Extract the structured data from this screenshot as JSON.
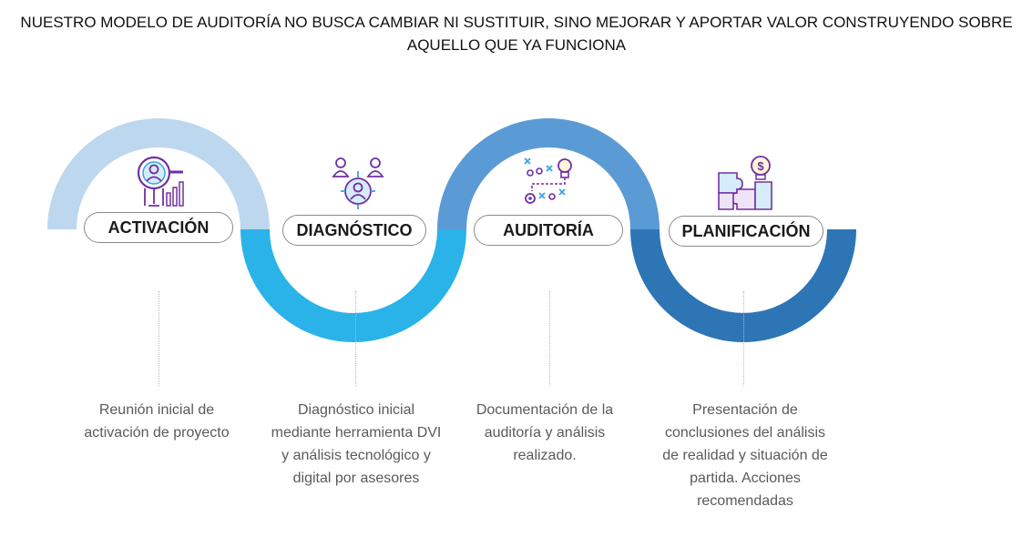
{
  "title": "NUESTRO MODELO DE AUDITORÍA NO BUSCA CAMBIAR NI SUSTITUIR, SINO MEJORAR Y APORTAR VALOR CONSTRUYENDO SOBRE AQUELLO QUE YA FUNCIONA",
  "steps": [
    {
      "label": "ACTIVACIÓN",
      "description": "Reunión inicial de activación de proyecto",
      "icon": "magnifier-person-chart-icon",
      "color": "#bdd7ee"
    },
    {
      "label": "DIAGNÓSTICO",
      "description": "Diagnóstico inicial mediante herramienta DVI y análisis tecnológico y digital por asesores",
      "icon": "team-target-icon",
      "color": "#29b3e8"
    },
    {
      "label": "AUDITORÍA",
      "description": "Documentación de la auditoría y análisis realizado.",
      "icon": "strategy-lightbulb-icon",
      "color": "#5b9bd5"
    },
    {
      "label": "PLANIFICACIÓN",
      "description": "Presentación de conclusiones del análisis de realidad y situación de partida. Acciones recomendadas",
      "icon": "puzzle-dollar-idea-icon",
      "color": "#2e75b6"
    }
  ]
}
